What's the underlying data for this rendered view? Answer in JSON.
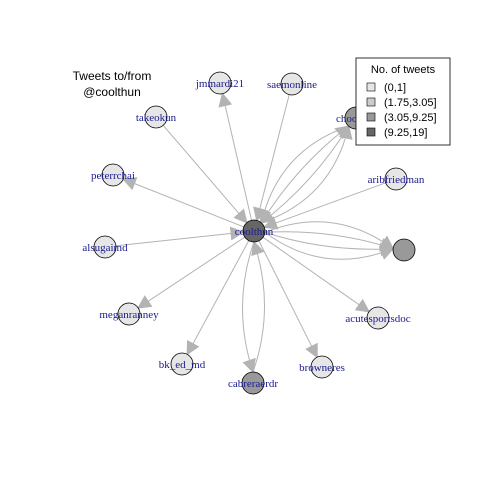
{
  "title": [
    "Tweets to/from",
    "@coolthun"
  ],
  "legend": {
    "title": "No. of tweets",
    "items": [
      {
        "label": "(0,1]",
        "color": "#e6e6e6"
      },
      {
        "label": "(1.75,3.05]",
        "color": "#cccccc"
      },
      {
        "label": "(3.05,9.25]",
        "color": "#999999"
      },
      {
        "label": "(9.25,19]",
        "color": "#666666"
      }
    ]
  },
  "colors": {
    "edge": "#b3b3b3",
    "label": "#1a1a8c",
    "bin_1": "#e6e6e6",
    "bin_2": "#cccccc",
    "bin_3": "#999999",
    "bin_4": "#666666"
  },
  "nodes": [
    {
      "id": "coolthun",
      "label": "coolthun",
      "bin": 4
    },
    {
      "id": "jmmardi21",
      "label": "jmmardi21",
      "bin": 1
    },
    {
      "id": "saemonline",
      "label": "saemonline",
      "bin": 1
    },
    {
      "id": "takeokun",
      "label": "takeokun",
      "bin": 1
    },
    {
      "id": "choo",
      "label": "choo",
      "bin": 3
    },
    {
      "id": "peterrchai",
      "label": "peterrchai",
      "bin": 1
    },
    {
      "id": "aribfriedman",
      "label": "aribfriedman",
      "bin": 1
    },
    {
      "id": "alsugaimd",
      "label": "alsugaimd",
      "bin": 1
    },
    {
      "id": "unlabeled",
      "label": "",
      "bin": 3
    },
    {
      "id": "meganranney",
      "label": "meganranney",
      "bin": 1
    },
    {
      "id": "acutesportsdoc",
      "label": "acutesportsdoc",
      "bin": 1
    },
    {
      "id": "bk_ed_md",
      "label": "bk_ed_md",
      "bin": 1
    },
    {
      "id": "browneres",
      "label": "browneres",
      "bin": 1
    },
    {
      "id": "cabreraerdr",
      "label": "cabreraerdr",
      "bin": 3
    }
  ],
  "edges": [
    {
      "from": "coolthun",
      "to": "jmmardi21"
    },
    {
      "from": "saemonline",
      "to": "coolthun"
    },
    {
      "from": "takeokun",
      "to": "coolthun"
    },
    {
      "from": "coolthun",
      "to": "peterrchai"
    },
    {
      "from": "alsugaimd",
      "to": "coolthun"
    },
    {
      "from": "coolthun",
      "to": "meganranney"
    },
    {
      "from": "coolthun",
      "to": "bk_ed_md"
    },
    {
      "from": "coolthun",
      "to": "acutesportsdoc"
    },
    {
      "from": "coolthun",
      "to": "browneres"
    },
    {
      "from": "coolthun",
      "to": "cabreraerdr"
    },
    {
      "from": "cabreraerdr",
      "to": "coolthun"
    },
    {
      "from": "aribfriedman",
      "to": "coolthun"
    },
    {
      "from": "coolthun",
      "to": "choo"
    },
    {
      "from": "choo",
      "to": "coolthun"
    },
    {
      "from": "coolthun",
      "to": "choo"
    },
    {
      "from": "choo",
      "to": "coolthun"
    },
    {
      "from": "coolthun",
      "to": "unlabeled"
    },
    {
      "from": "coolthun",
      "to": "unlabeled"
    },
    {
      "from": "coolthun",
      "to": "unlabeled"
    },
    {
      "from": "coolthun",
      "to": "unlabeled"
    }
  ]
}
